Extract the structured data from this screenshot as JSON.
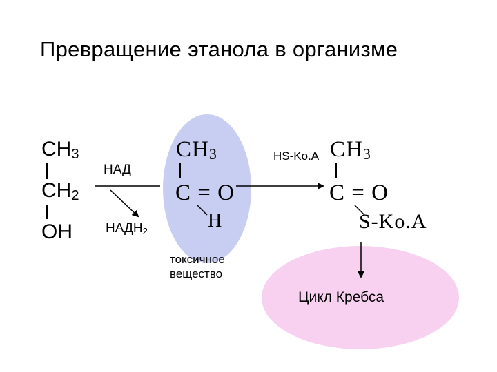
{
  "title": "Превращение этанола в организме",
  "ethanol": {
    "ch3_base": "CH",
    "ch3_sub": "3",
    "ch2_base": "CH",
    "ch2_sub": "2",
    "oh": "OH"
  },
  "cofactor": {
    "nad": "НАД",
    "nadh_base": "НАДН",
    "nadh_sub": "2"
  },
  "acetaldehyde": {
    "ch3_base": "CH",
    "ch3_sub": "3",
    "co": "C = O",
    "h": "H"
  },
  "acetyl_coa": {
    "reagent": "HS-Ko.A",
    "ch3_base": "CH",
    "ch3_sub": "3",
    "co": "C = O",
    "s_coa": "S-Ko.A"
  },
  "note": {
    "line1": "токсичное",
    "line2": "вещество"
  },
  "krebs": "Цикл Кребса",
  "colors": {
    "acetaldehyde_fill": "#c8cdf2",
    "krebs_fill": "#f8d0f0",
    "stroke": "#000000"
  }
}
